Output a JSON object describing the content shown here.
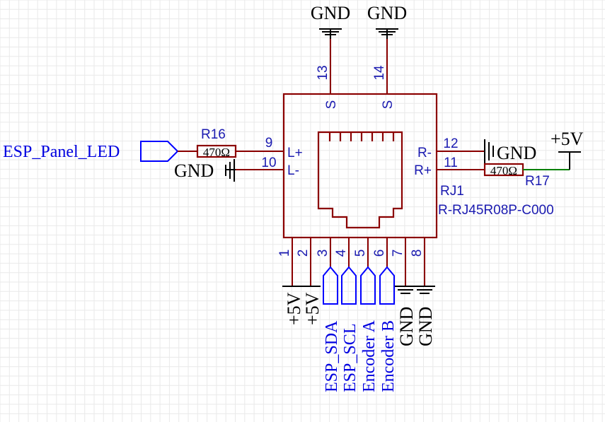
{
  "component": {
    "designator": "RJ1",
    "part": "R-RJ45R08P-C000",
    "pins_left": [
      "L+",
      "L-"
    ],
    "pins_right": [
      "R-",
      "R+"
    ],
    "shield_label": "S",
    "pin_numbers": {
      "p1": "1",
      "p2": "2",
      "p3": "3",
      "p4": "4",
      "p5": "5",
      "p6": "6",
      "p7": "7",
      "p8": "8",
      "p9": "9",
      "p10": "10",
      "p11": "11",
      "p12": "12",
      "p13": "13",
      "p14": "14"
    }
  },
  "resistors": {
    "r16": {
      "designator": "R16",
      "value": "470Ω"
    },
    "r17": {
      "designator": "R17",
      "value": "470Ω"
    }
  },
  "nets": {
    "gnd": "GND",
    "vcc": "+5V",
    "esp_panel_led": "ESP_Panel_LED",
    "esp_sda": "ESP_SDA",
    "esp_scl": "ESP_SCL",
    "encoder_a": "Encoder A",
    "encoder_b": "Encoder B"
  },
  "colors": {
    "wire": "#8b0000",
    "body": "#8b0000",
    "net_flag": "#0000ff",
    "label": "#1a1ab0",
    "power_wire": "#008000"
  }
}
